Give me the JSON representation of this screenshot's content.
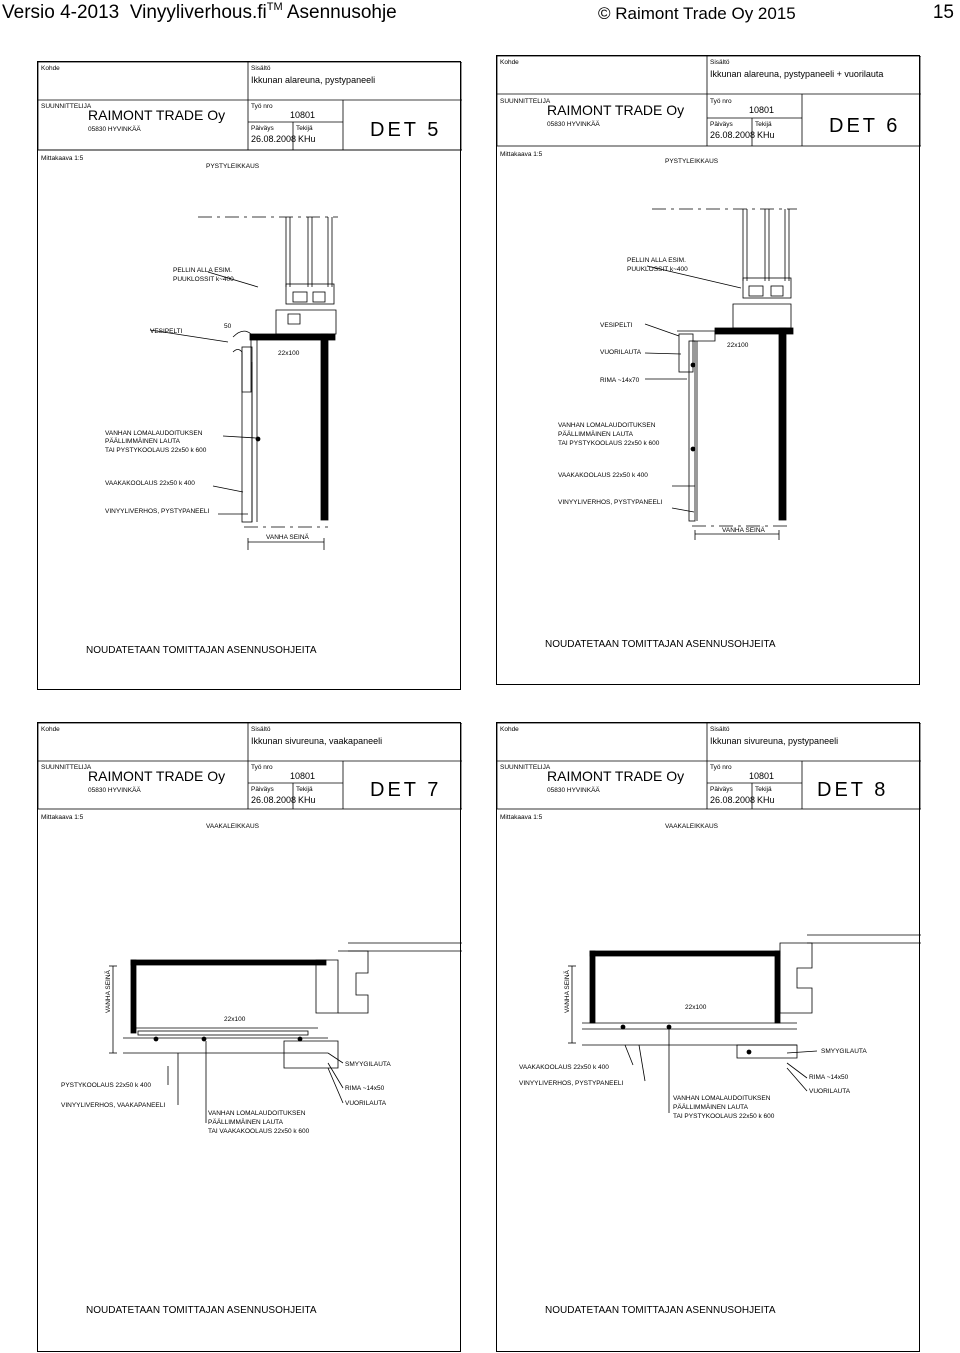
{
  "header": {
    "version": "Versio 4-2013",
    "site": "Vinyyliverhous.fi",
    "trademark": "TM",
    "doc": "Asennusohje",
    "copyright": "© Raimont Trade Oy 2015",
    "page_number": "15"
  },
  "sheets": [
    {
      "kohde_label": "Kohde",
      "sisalto_label": "Sisältö",
      "title": "Ikkunan alareuna, pystypaneeli",
      "suunnittelija_label": "SUUNNITTELIJA",
      "company": "RAIMONT TRADE Oy",
      "address": "05830 HYVINKÄÄ",
      "tyo_label": "Työ nro",
      "tyo_nro": "10801",
      "paivays_label": "Päiväys",
      "paivays": "26.08.2008",
      "tekija_label": "Tekijä",
      "tekija": "KHu",
      "det": "DET 5",
      "mittakaava": "Mittakaava 1:5",
      "view": "PYSTYLEIKKAUS",
      "labels": [
        "PELLIN ALLA ESIM.",
        "PUUKLOSSIT k~400",
        "VESIPELTI",
        "22x100",
        "VANHAN LOMALAUDOITUKSEN",
        "PÄÄLLIMMÄINEN LAUTA",
        "TAI PYSTYKOOLAUS 22x50 k 600",
        "VAAKAKOOLAUS 22x50 k 400",
        "VINYYLIVERHOS, PYSTYPANEELI",
        "VANHA SEINÄ",
        "50"
      ],
      "note": "NOUDATETAAN TOMITTAJAN ASENNUSOHJEITA"
    },
    {
      "kohde_label": "Kohde",
      "sisalto_label": "Sisältö",
      "title": "Ikkunan alareuna, pystypaneeli + vuorilauta",
      "suunnittelija_label": "SUUNNITTELIJA",
      "company": "RAIMONT TRADE Oy",
      "address": "05830 HYVINKÄÄ",
      "tyo_label": "Työ nro",
      "tyo_nro": "10801",
      "paivays_label": "Päiväys",
      "paivays": "26.08.2008",
      "tekija_label": "Tekijä",
      "tekija": "KHu",
      "det": "DET 6",
      "mittakaava": "Mittakaava 1:5",
      "view": "PYSTYLEIKKAUS",
      "labels": [
        "PELLIN ALLA ESIM.",
        "PUUKLOSSIT k~400",
        "VESIPELTI",
        "VUORILAUTA",
        "22x100",
        "RIMA ~14x70",
        "VANHAN LOMALAUDOITUKSEN",
        "PÄÄLLIMMÄINEN LAUTA",
        "TAI PYSTYKOOLAUS 22x50 k 600",
        "VAAKAKOOLAUS 22x50 k 400",
        "VINYYLIVERHOS, PYSTYPANEELI",
        "VANHA SEINÄ"
      ],
      "note": "NOUDATETAAN TOMITTAJAN ASENNUSOHJEITA"
    },
    {
      "kohde_label": "Kohde",
      "sisalto_label": "Sisältö",
      "title": "Ikkunan sivureuna, vaakapaneeli",
      "suunnittelija_label": "SUUNNITTELIJA",
      "company": "RAIMONT TRADE Oy",
      "address": "05830 HYVINKÄÄ",
      "tyo_label": "Työ nro",
      "tyo_nro": "10801",
      "paivays_label": "Päiväys",
      "paivays": "26.08.2008",
      "tekija_label": "Tekijä",
      "tekija": "KHu",
      "det": "DET 7",
      "mittakaava": "Mittakaava 1:5",
      "view": "VAAKALEIKKAUS",
      "labels": [
        "VANHA SEINÄ",
        "22x100",
        "SMYYGILAUTA",
        "PYSTYKOOLAUS 22x50 k 400",
        "RIMA ~14x50",
        "VINYYLIVERHOS, VAAKAPANEELI",
        "VUORILAUTA",
        "VANHAN LOMALAUDOITUKSEN",
        "PÄÄLLIMMÄINEN LAUTA",
        "TAI VAAKAKOOLAUS 22x50 k 600"
      ],
      "note": "NOUDATETAAN TOMITTAJAN ASENNUSOHJEITA"
    },
    {
      "kohde_label": "Kohde",
      "sisalto_label": "Sisältö",
      "title": "Ikkunan sivureuna, pystypaneeli",
      "suunnittelija_label": "SUUNNITTELIJA",
      "company": "RAIMONT TRADE Oy",
      "address": "05830 HYVINKÄÄ",
      "tyo_label": "Työ nro",
      "tyo_nro": "10801",
      "paivays_label": "Päiväys",
      "paivays": "26.08.2008",
      "tekija_label": "Tekijä",
      "tekija": "KHu",
      "det": "DET 8",
      "mittakaava": "Mittakaava 1:5",
      "view": "VAAKALEIKKAUS",
      "labels": [
        "VANHA SEINÄ",
        "22x100",
        "SMYYGILAUTA",
        "VAAKAKOOLAUS 22x50 k 400",
        "RIMA ~14x50",
        "VINYYLIVERHOS, PYSTYPANEELI",
        "VUORILAUTA",
        "VANHAN LOMALAUDOITUKSEN",
        "PÄÄLLIMMÄINEN LAUTA",
        "TAI PYSTYKOOLAUS 22x50 k 600"
      ],
      "note": "NOUDATETAAN TOMITTAJAN ASENNUSOHJEITA"
    }
  ]
}
